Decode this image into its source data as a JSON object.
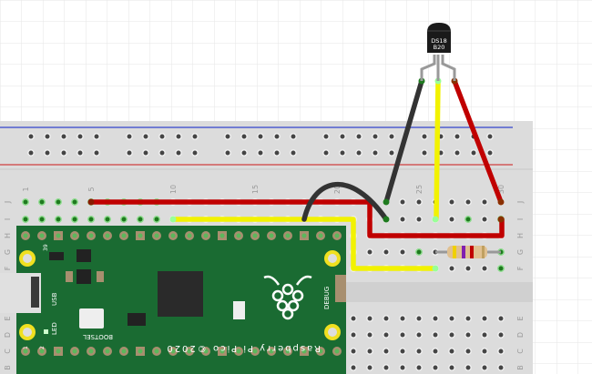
{
  "breadboard": {
    "column_labels": [
      {
        "n": "1",
        "col": 1
      },
      {
        "n": "5",
        "col": 5
      },
      {
        "n": "10",
        "col": 10
      },
      {
        "n": "15",
        "col": 15
      },
      {
        "n": "20",
        "col": 20
      },
      {
        "n": "25",
        "col": 25
      },
      {
        "n": "30",
        "col": 30
      }
    ],
    "top_rows": [
      "J",
      "I",
      "H",
      "G",
      "F"
    ],
    "bottom_rows": [
      "E",
      "D",
      "C",
      "B"
    ]
  },
  "sensor": {
    "label_line1": "DS18",
    "label_line2": "B20"
  },
  "pico": {
    "board_text": "Raspberry Pi Pico ©2020",
    "usb": "USB",
    "bootsel": "BOOTSEL",
    "led": "LED",
    "debug": "DEBUG",
    "pin39": "39",
    "pin1": "1",
    "pin2": "2",
    "color": "#1a6b32"
  },
  "wire_colors": {
    "red": "#c00000",
    "yellow": "#f2f200",
    "black": "#333333"
  }
}
